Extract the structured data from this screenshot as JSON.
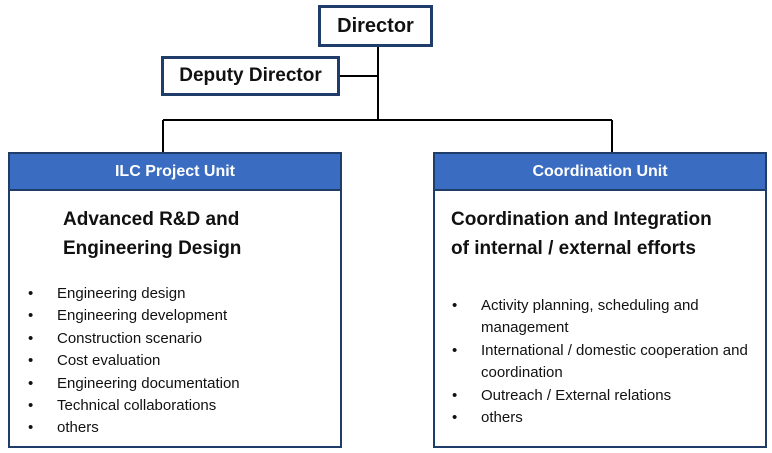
{
  "org_chart": {
    "director": "Director",
    "deputy_director": "Deputy Director",
    "units": [
      {
        "header": "ILC Project Unit",
        "title": "Advanced R&D and\nEngineering Design",
        "items": [
          "Engineering design",
          "Engineering development",
          "Construction scenario",
          "Cost evaluation",
          "Engineering documentation",
          "Technical collaborations",
          "others"
        ]
      },
      {
        "header": "Coordination  Unit",
        "title": "Coordination and Integration\nof internal / external efforts",
        "items": [
          "Activity planning, scheduling and management",
          "International / domestic cooperation and coordination",
          "Outreach / External relations",
          "others"
        ]
      }
    ],
    "colors": {
      "header_fill": "#3a6cc2",
      "border": "#1f3d68",
      "connector": "#000000"
    }
  }
}
